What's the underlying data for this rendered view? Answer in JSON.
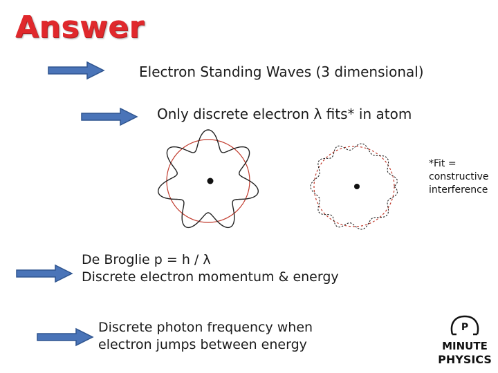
{
  "slide": {
    "title": "Answer",
    "title_color": "#e0282c",
    "arrow_color": "#4a74b8",
    "point1": "Electron Standing Waves (3 dimensional)",
    "point2": "Only discrete electron λ fits* in atom",
    "footnote_lines": [
      "*Fit =",
      "constructive",
      "interference"
    ],
    "point3_lines": [
      "De Broglie p = h / λ",
      "Discrete electron momentum & energy"
    ],
    "point4_lines": [
      "Discrete photon frequency when",
      "electron jumps between energy"
    ]
  },
  "diagrams": {
    "fitting_wave": {
      "wave_peaks": 7,
      "fits": true,
      "wave_color": "#222222",
      "orbit_color": "#c0392b"
    },
    "non_fitting_wave": {
      "fits": false,
      "wave_color": "#222222",
      "orbit_color": "#c0392b"
    }
  },
  "logo": {
    "icon": "minute-physics-logo",
    "line1": "MINUTE",
    "line2": "PHYSICS",
    "badge_letter": "P"
  }
}
